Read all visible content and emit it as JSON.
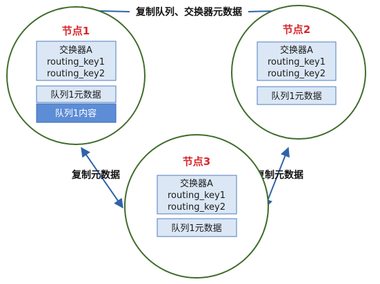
{
  "colors": {
    "node_circle_stroke": "#3f6d2b",
    "box_fill": "#dbe7f5",
    "box_stroke": "#4f7cc1",
    "content_box_fill": "#5d8dd6",
    "arrow": "#2f63a8",
    "node_title": "#d9262b"
  },
  "edges": {
    "top_label": "复制队列、交换器元数据",
    "left_label": "复制元数据",
    "right_label": "复制元数据"
  },
  "nodes": [
    {
      "title": "节点1",
      "exchange": {
        "name": "交换器A",
        "key1": "routing_key1",
        "key2": "routing_key2"
      },
      "queue_meta": "队列1元数据",
      "queue_content": "队列1内容"
    },
    {
      "title": "节点2",
      "exchange": {
        "name": "交换器A",
        "key1": "routing_key1",
        "key2": "routing_key2"
      },
      "queue_meta": "队列1元数据"
    },
    {
      "title": "节点3",
      "exchange": {
        "name": "交换器A",
        "key1": "routing_key1",
        "key2": "routing_key2"
      },
      "queue_meta": "队列1元数据"
    }
  ]
}
